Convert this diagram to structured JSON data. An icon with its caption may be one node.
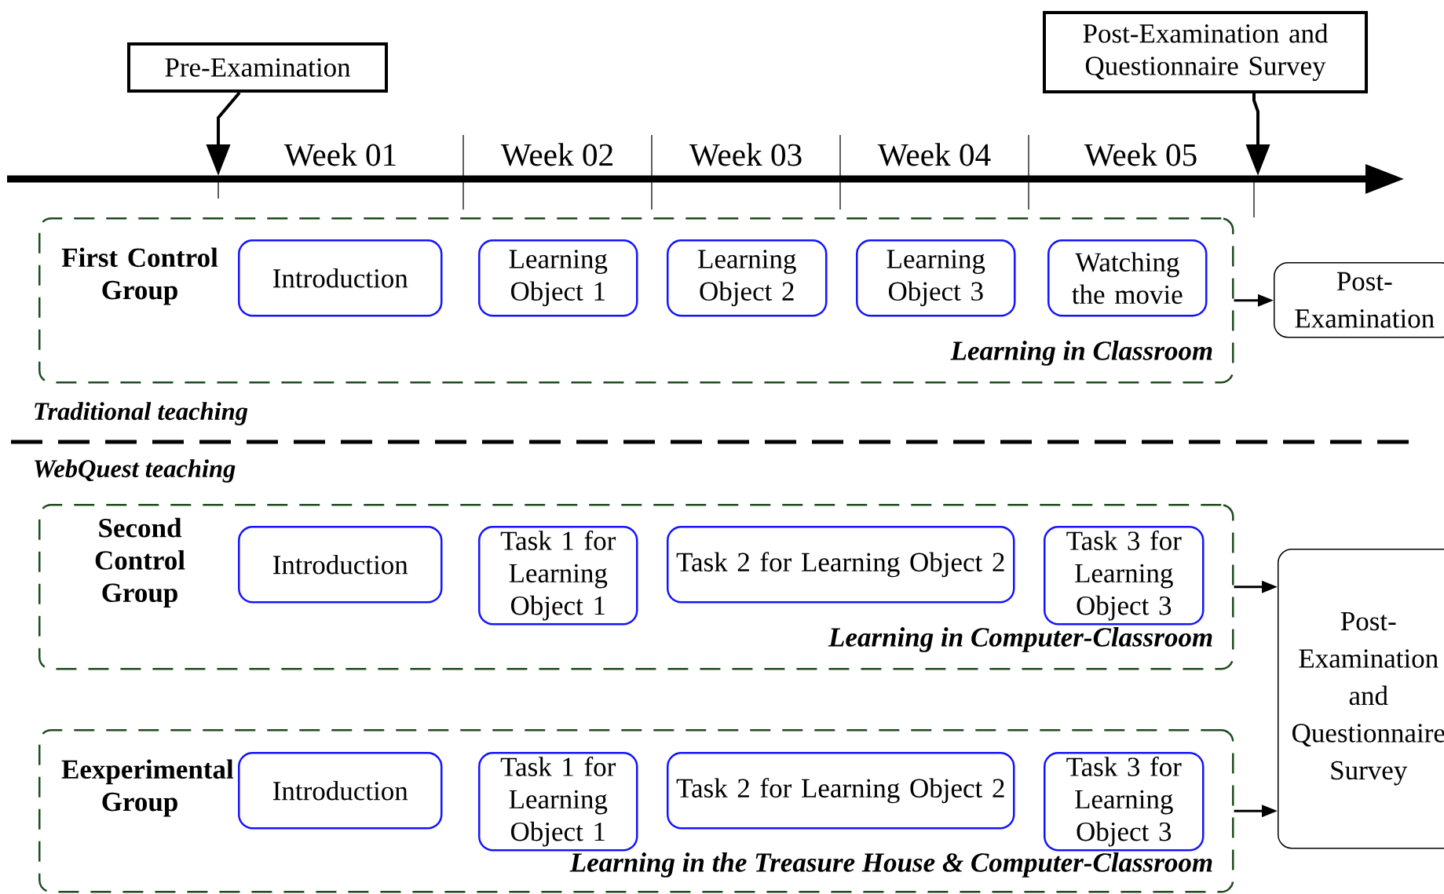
{
  "diagram": {
    "nodes": [
      {
        "text": [
          "Pre-Examination"
        ]
      },
      {
        "text": [
          "Post-Examination and Questionnaire Survey"
        ]
      },
      {
        "text": [
          "First Control Group",
          "Learning in Classroom"
        ]
      },
      {
        "text": [
          "Introduction"
        ],
        "in": 2
      },
      {
        "text": [
          "Learning Object 1"
        ],
        "in": 2
      },
      {
        "text": [
          "Learning Object 2"
        ],
        "in": 2
      },
      {
        "text": [
          "Learning Object 3"
        ],
        "in": 2
      },
      {
        "text": [
          "Watching the movie"
        ],
        "in": 2
      },
      {
        "text": [
          "Post-Examination"
        ]
      },
      {
        "text": [
          "Second Control Group",
          "Learning in Computer-Classroom"
        ]
      },
      {
        "text": [
          "Introduction"
        ],
        "in": 9
      },
      {
        "text": [
          "Task 1 for Learning Object 1"
        ],
        "in": 9
      },
      {
        "text": [
          "Task 2 for Learning Object 2"
        ],
        "in": 9
      },
      {
        "text": [
          "Task 3 for Learning Object 3"
        ],
        "in": 9
      },
      {
        "text": [
          "Eexperimental Group",
          "Learning in the Treasure House & Computer-Classroom"
        ]
      },
      {
        "text": [
          "Introduction"
        ],
        "in": 14
      },
      {
        "text": [
          "Task 1 for Learning Object 1"
        ],
        "in": 14
      },
      {
        "text": [
          "Task 2 for Learning Object 2"
        ],
        "in": 14
      },
      {
        "text": [
          "Task 3 for Learning Object 3"
        ],
        "in": 14
      },
      {
        "text": [
          "Post-Examination and Questionnaire Survey"
        ]
      }
    ],
    "edges": [
      {
        "from": 0,
        "to": null,
        "arrow": "to"
      },
      {
        "from": 1,
        "to": null,
        "arrow": "to"
      },
      {
        "from": 2,
        "to": 8,
        "arrow": "to"
      },
      {
        "from": 9,
        "to": 19,
        "arrow": "to"
      },
      {
        "from": 14,
        "to": 19,
        "arrow": "to"
      }
    ],
    "labels": [
      "Week 01",
      "Week 02",
      "Week 03",
      "Week 04",
      "Week 05",
      "Traditional teaching",
      "WebQuest teaching"
    ]
  }
}
